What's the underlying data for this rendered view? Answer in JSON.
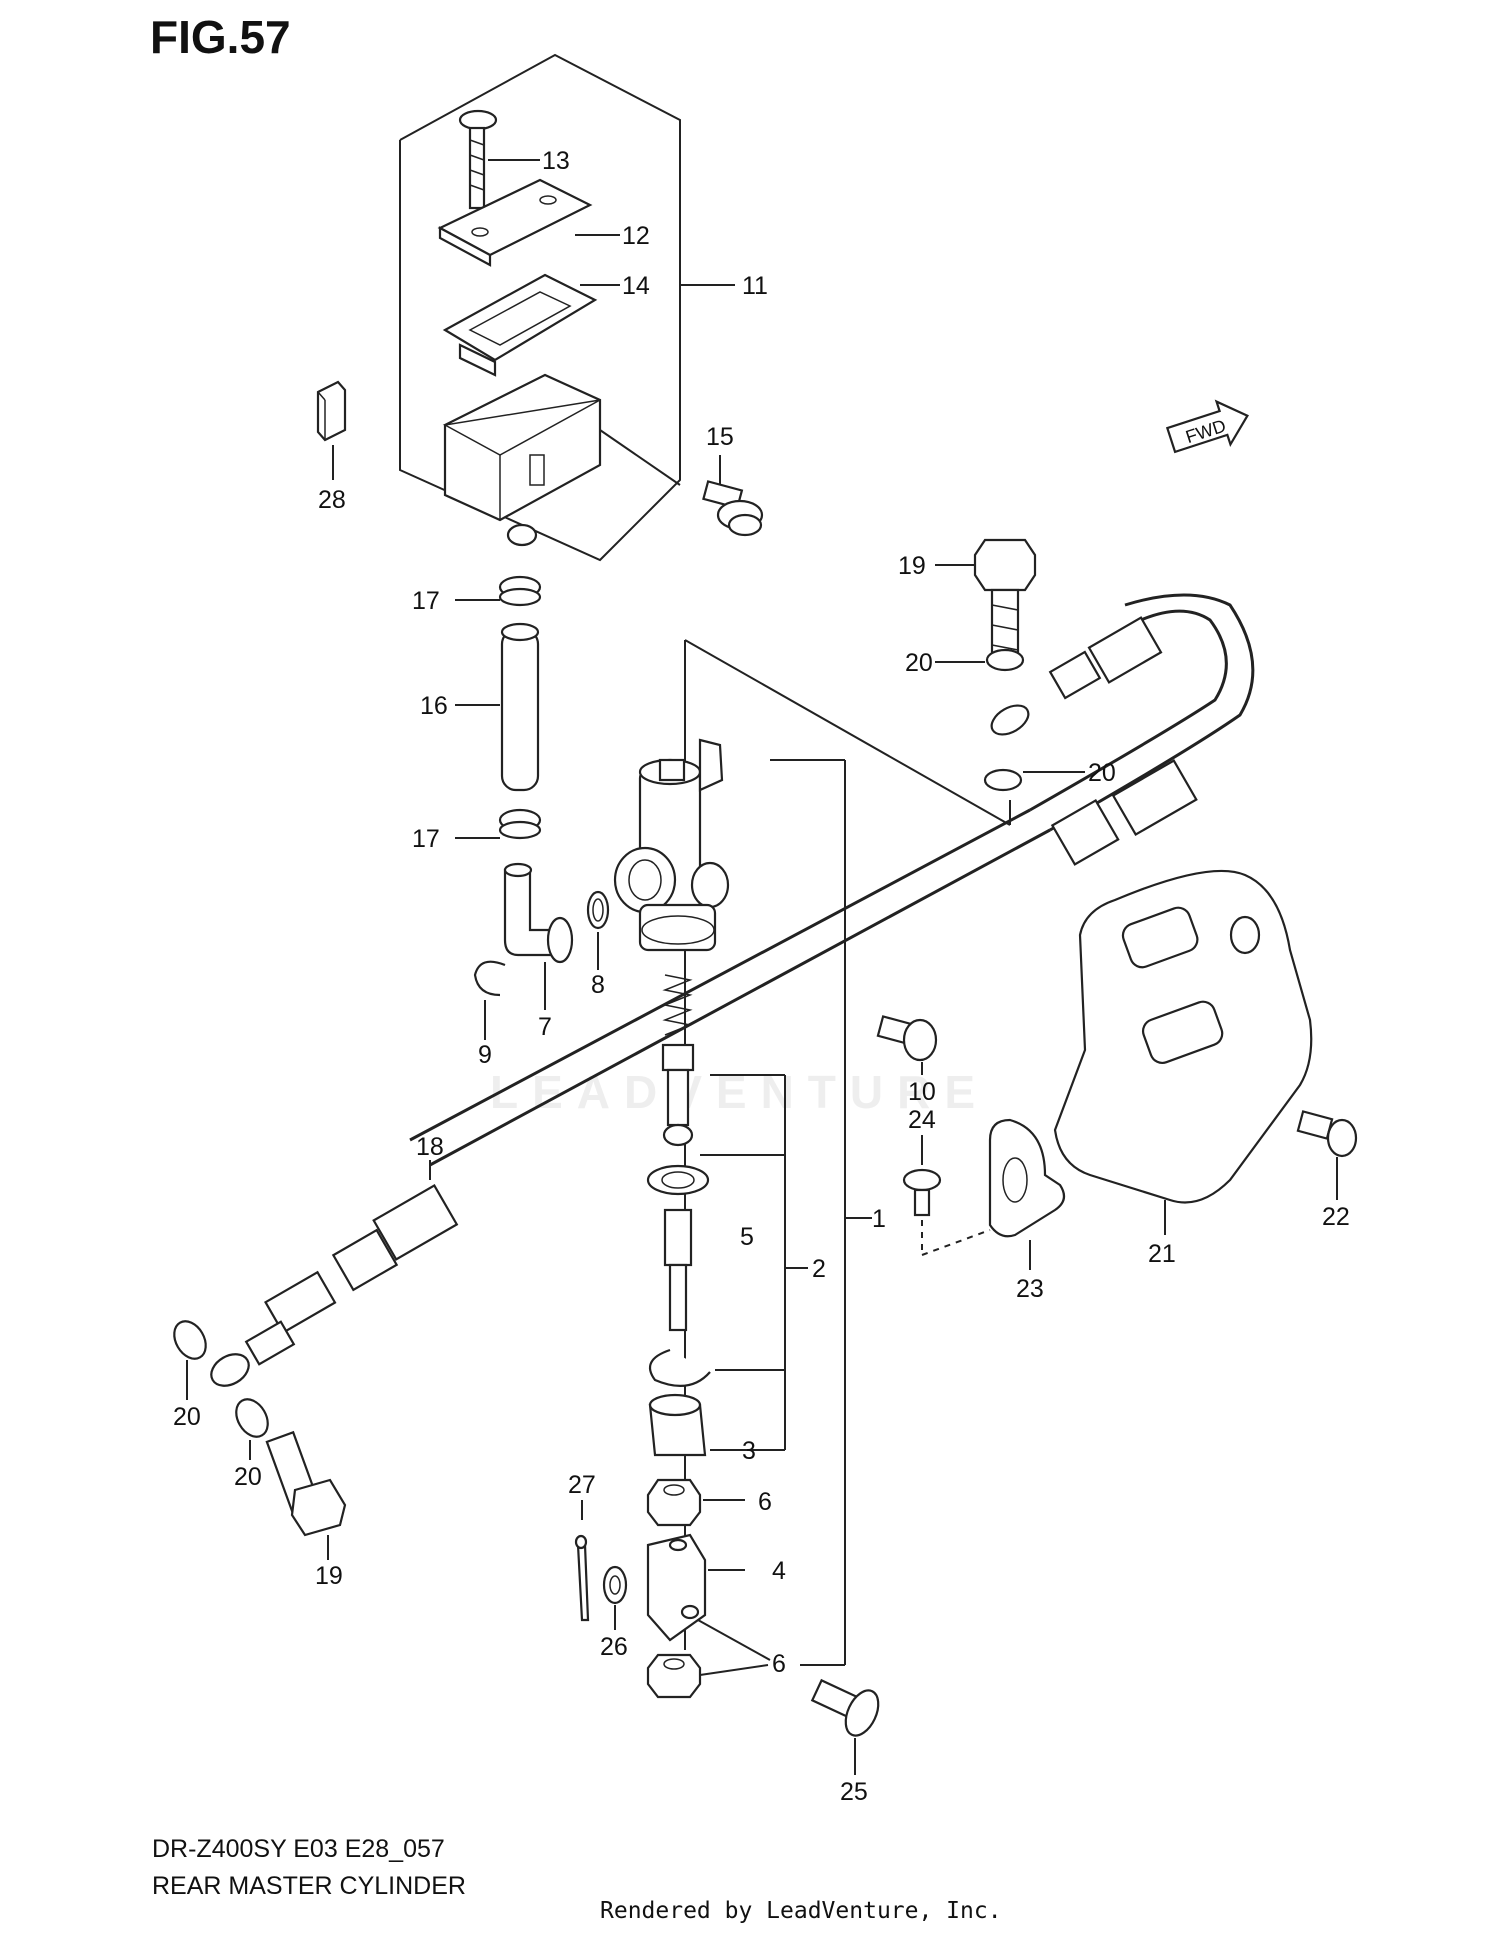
{
  "figure": {
    "title": "FIG.57",
    "model": "DR-Z400SY  E03  E28_057",
    "description": "REAR MASTER CYLINDER",
    "credit": "Rendered by LeadVenture, Inc.",
    "watermark": "LEADVENTURE",
    "fwd_badge": "FWD"
  },
  "callouts": [
    {
      "id": "c1",
      "label": "1"
    },
    {
      "id": "c2",
      "label": "2"
    },
    {
      "id": "c3",
      "label": "3"
    },
    {
      "id": "c4",
      "label": "4"
    },
    {
      "id": "c5",
      "label": "5"
    },
    {
      "id": "c6a",
      "label": "6"
    },
    {
      "id": "c6b",
      "label": "6"
    },
    {
      "id": "c7",
      "label": "7"
    },
    {
      "id": "c8",
      "label": "8"
    },
    {
      "id": "c9",
      "label": "9"
    },
    {
      "id": "c10",
      "label": "10"
    },
    {
      "id": "c11",
      "label": "11"
    },
    {
      "id": "c12",
      "label": "12"
    },
    {
      "id": "c13",
      "label": "13"
    },
    {
      "id": "c14",
      "label": "14"
    },
    {
      "id": "c15",
      "label": "15"
    },
    {
      "id": "c16",
      "label": "16"
    },
    {
      "id": "c17a",
      "label": "17"
    },
    {
      "id": "c17b",
      "label": "17"
    },
    {
      "id": "c18",
      "label": "18"
    },
    {
      "id": "c19a",
      "label": "19"
    },
    {
      "id": "c19b",
      "label": "19"
    },
    {
      "id": "c20a",
      "label": "20"
    },
    {
      "id": "c20b",
      "label": "20"
    },
    {
      "id": "c20c",
      "label": "20"
    },
    {
      "id": "c20d",
      "label": "20"
    },
    {
      "id": "c21",
      "label": "21"
    },
    {
      "id": "c22",
      "label": "22"
    },
    {
      "id": "c23",
      "label": "23"
    },
    {
      "id": "c24",
      "label": "24"
    },
    {
      "id": "c25",
      "label": "25"
    },
    {
      "id": "c26",
      "label": "26"
    },
    {
      "id": "c27",
      "label": "27"
    },
    {
      "id": "c28",
      "label": "28"
    }
  ],
  "colors": {
    "ink": "#111111",
    "background": "#ffffff",
    "watermark": "#eeeeee"
  }
}
